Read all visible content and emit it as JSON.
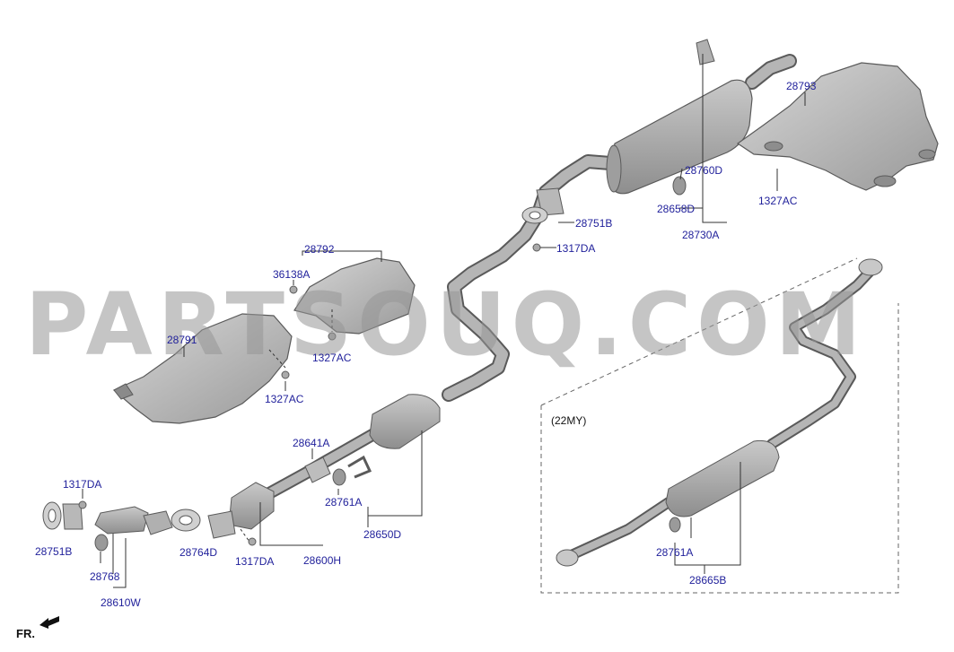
{
  "watermark": "PARTSOUQ.COM",
  "variant_note": "(22MY)",
  "front_marker": "FR.",
  "labels": {
    "p28793": "28793",
    "p28760D": "28760D",
    "p28658D": "28658D",
    "p28730A": "28730A",
    "p1327AC_top": "1327AC",
    "p28751B_top": "28751B",
    "p1317DA_top": "1317DA",
    "p28792": "28792",
    "p36138A": "36138A",
    "p28791": "28791",
    "p1327AC_mid": "1327AC",
    "p1327AC_left": "1327AC",
    "p28641A": "28641A",
    "p28761A_left": "28761A",
    "p28650D": "28650D",
    "p28600H": "28600H",
    "p1317DA_mid": "1317DA",
    "p28764D": "28764D",
    "p1317DA_left": "1317DA",
    "p28751B_left": "28751B",
    "p28768": "28768",
    "p28610W": "28610W",
    "p28761A_right": "28761A",
    "p28665B": "28665B"
  },
  "colors": {
    "label": "#1f1f9a",
    "part_fill": "#a9a9a9",
    "part_stroke": "#5a5a5a",
    "leader": "#333333"
  }
}
